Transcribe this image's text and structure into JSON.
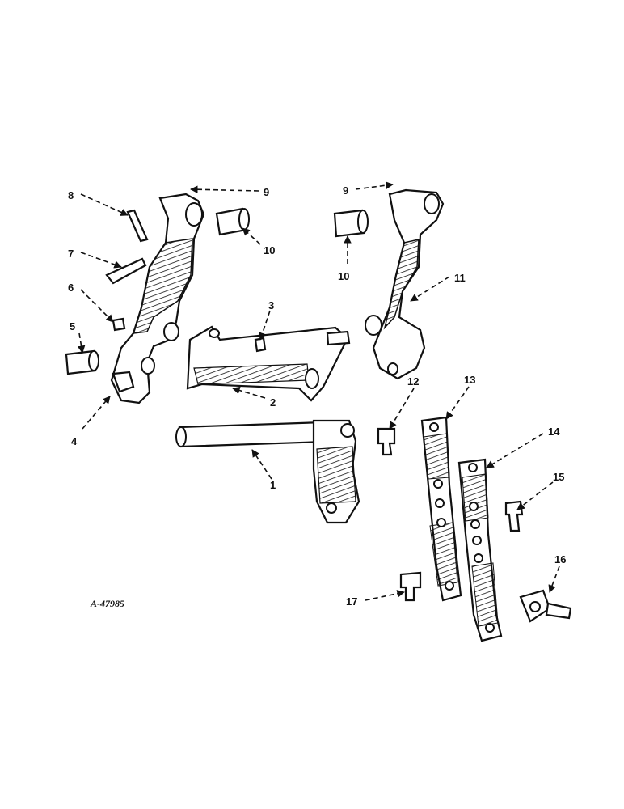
{
  "figure_ref": "A-47985",
  "callouts": [
    "1",
    "2",
    "3",
    "4",
    "5",
    "6",
    "7",
    "8",
    "9",
    "9",
    "10",
    "10",
    "11",
    "12",
    "13",
    "14",
    "15",
    "16",
    "17"
  ]
}
